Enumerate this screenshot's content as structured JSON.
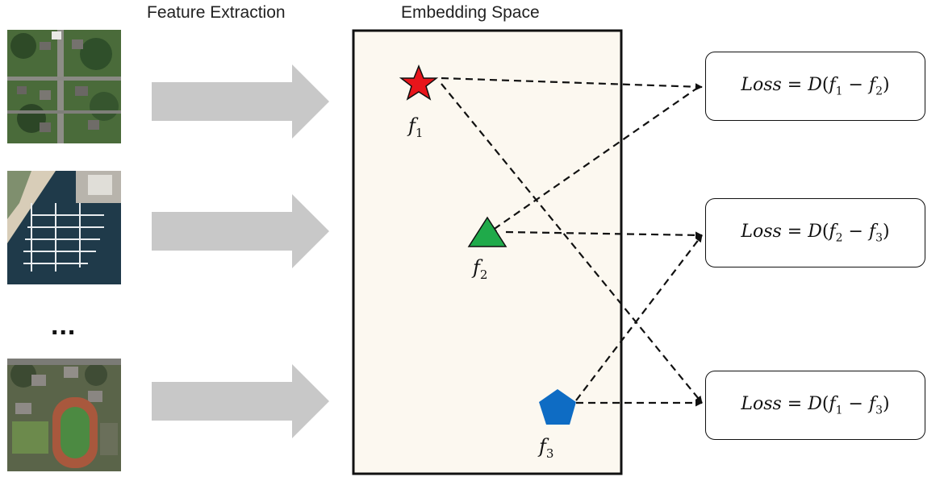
{
  "headings": {
    "feature_extraction": "Feature Extraction",
    "embedding_space": "Embedding Space"
  },
  "ellipsis": "...",
  "points": [
    {
      "name": "f",
      "sub": "1",
      "shape": "star",
      "color": "#e8151b"
    },
    {
      "name": "f",
      "sub": "2",
      "shape": "triangle",
      "color": "#1faa4a"
    },
    {
      "name": "f",
      "sub": "3",
      "shape": "pentagon",
      "color": "#0e6cc4"
    }
  ],
  "losses": [
    {
      "lhs": "Loss",
      "eq": "=",
      "fn": "D",
      "a": "f",
      "a_sub": "1",
      "op": "−",
      "b": "f",
      "b_sub": "2"
    },
    {
      "lhs": "Loss",
      "eq": "=",
      "fn": "D",
      "a": "f",
      "a_sub": "2",
      "op": "−",
      "b": "f",
      "b_sub": "3"
    },
    {
      "lhs": "Loss",
      "eq": "=",
      "fn": "D",
      "a": "f",
      "a_sub": "1",
      "op": "−",
      "b": "f",
      "b_sub": "3"
    }
  ],
  "images": [
    {
      "description_icon": "aerial-residential-image"
    },
    {
      "description_icon": "aerial-marina-image"
    },
    {
      "description_icon": "aerial-stadium-image"
    }
  ],
  "colors": {
    "embedding_bg": "#fcf8f0",
    "arrow_fill": "#c8c8c8",
    "line": "#111111"
  }
}
